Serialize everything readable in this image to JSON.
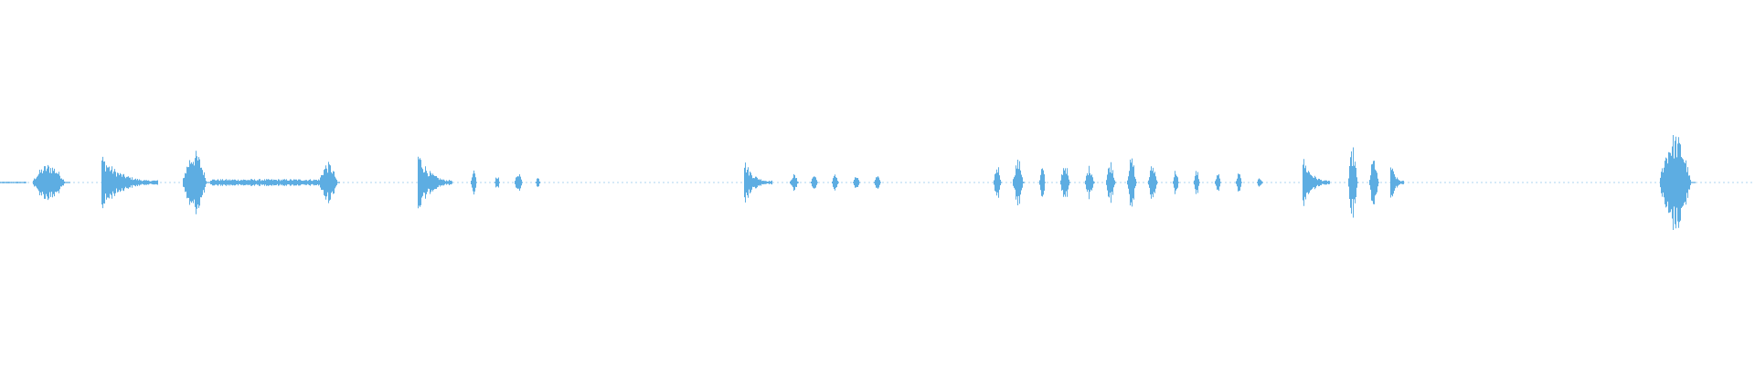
{
  "waveform": {
    "color": "#5dade2",
    "background": "#ffffff",
    "note": "",
    "segments": [
      {
        "start": 0.0,
        "end": 0.015,
        "amp": 0.01,
        "shape": "flat"
      },
      {
        "start": 0.019,
        "end": 0.04,
        "amp": 0.22,
        "shape": "burst"
      },
      {
        "start": 0.058,
        "end": 0.09,
        "amp": 0.34,
        "shape": "decay"
      },
      {
        "start": 0.104,
        "end": 0.12,
        "amp": 0.38,
        "shape": "burst"
      },
      {
        "start": 0.12,
        "end": 0.182,
        "amp": 0.04,
        "shape": "noise"
      },
      {
        "start": 0.182,
        "end": 0.194,
        "amp": 0.24,
        "shape": "burst"
      },
      {
        "start": 0.238,
        "end": 0.258,
        "amp": 0.4,
        "shape": "decay"
      },
      {
        "start": 0.268,
        "end": 0.272,
        "amp": 0.14,
        "shape": "burst"
      },
      {
        "start": 0.282,
        "end": 0.285,
        "amp": 0.1,
        "shape": "burst"
      },
      {
        "start": 0.293,
        "end": 0.298,
        "amp": 0.14,
        "shape": "burst"
      },
      {
        "start": 0.305,
        "end": 0.308,
        "amp": 0.1,
        "shape": "burst"
      },
      {
        "start": 0.424,
        "end": 0.44,
        "amp": 0.28,
        "shape": "decay"
      },
      {
        "start": 0.45,
        "end": 0.455,
        "amp": 0.1,
        "shape": "burst"
      },
      {
        "start": 0.462,
        "end": 0.466,
        "amp": 0.1,
        "shape": "burst"
      },
      {
        "start": 0.474,
        "end": 0.478,
        "amp": 0.1,
        "shape": "burst"
      },
      {
        "start": 0.486,
        "end": 0.49,
        "amp": 0.08,
        "shape": "burst"
      },
      {
        "start": 0.498,
        "end": 0.502,
        "amp": 0.08,
        "shape": "burst"
      },
      {
        "start": 0.566,
        "end": 0.571,
        "amp": 0.22,
        "shape": "burst"
      },
      {
        "start": 0.577,
        "end": 0.584,
        "amp": 0.28,
        "shape": "burst"
      },
      {
        "start": 0.592,
        "end": 0.596,
        "amp": 0.2,
        "shape": "burst"
      },
      {
        "start": 0.604,
        "end": 0.61,
        "amp": 0.24,
        "shape": "burst"
      },
      {
        "start": 0.618,
        "end": 0.624,
        "amp": 0.2,
        "shape": "burst"
      },
      {
        "start": 0.63,
        "end": 0.636,
        "amp": 0.26,
        "shape": "burst"
      },
      {
        "start": 0.642,
        "end": 0.648,
        "amp": 0.3,
        "shape": "burst"
      },
      {
        "start": 0.654,
        "end": 0.66,
        "amp": 0.22,
        "shape": "burst"
      },
      {
        "start": 0.668,
        "end": 0.672,
        "amp": 0.16,
        "shape": "burst"
      },
      {
        "start": 0.68,
        "end": 0.684,
        "amp": 0.16,
        "shape": "burst"
      },
      {
        "start": 0.692,
        "end": 0.696,
        "amp": 0.12,
        "shape": "burst"
      },
      {
        "start": 0.704,
        "end": 0.708,
        "amp": 0.12,
        "shape": "burst"
      },
      {
        "start": 0.716,
        "end": 0.72,
        "amp": 0.06,
        "shape": "burst"
      },
      {
        "start": 0.742,
        "end": 0.758,
        "amp": 0.32,
        "shape": "decay"
      },
      {
        "start": 0.768,
        "end": 0.774,
        "amp": 0.42,
        "shape": "burst"
      },
      {
        "start": 0.78,
        "end": 0.786,
        "amp": 0.3,
        "shape": "burst"
      },
      {
        "start": 0.792,
        "end": 0.8,
        "amp": 0.26,
        "shape": "decay"
      },
      {
        "start": 0.946,
        "end": 0.966,
        "amp": 0.58,
        "shape": "burst"
      }
    ]
  }
}
